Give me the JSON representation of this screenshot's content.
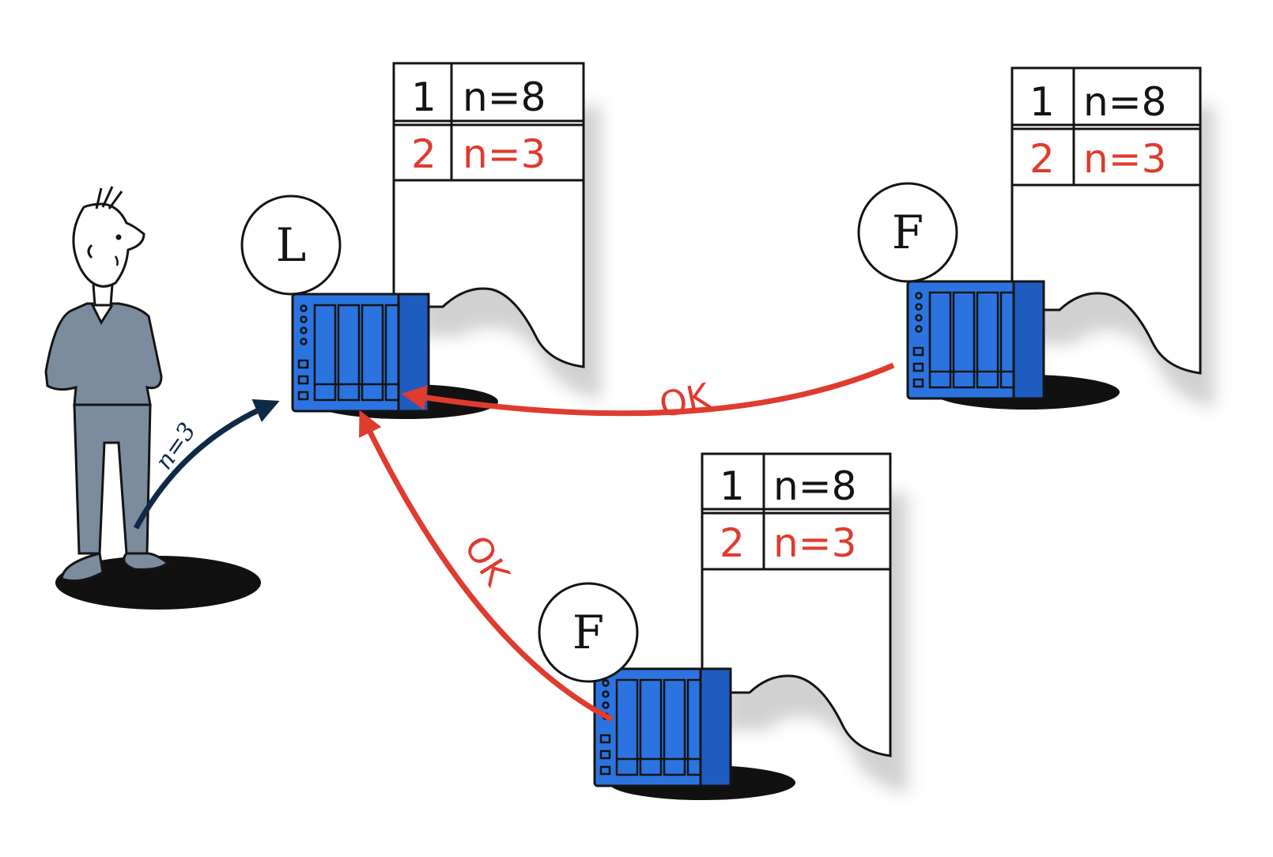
{
  "nodes": [
    {
      "id": "leader",
      "role": "L",
      "log": [
        {
          "index": "1",
          "entry": "n=8",
          "color": "#141414"
        },
        {
          "index": "2",
          "entry": "n=3",
          "color": "#e03b2f"
        }
      ]
    },
    {
      "id": "follower-top",
      "role": "F",
      "log": [
        {
          "index": "1",
          "entry": "n=8",
          "color": "#141414"
        },
        {
          "index": "2",
          "entry": "n=3",
          "color": "#e03b2f"
        }
      ]
    },
    {
      "id": "follower-bottom",
      "role": "F",
      "log": [
        {
          "index": "1",
          "entry": "n=8",
          "color": "#141414"
        },
        {
          "index": "2",
          "entry": "n=3",
          "color": "#e03b2f"
        }
      ]
    }
  ],
  "client_request": "n=3",
  "acks": [
    {
      "from": "follower-top",
      "label": "OK"
    },
    {
      "from": "follower-bottom",
      "label": "OK"
    }
  ],
  "colors": {
    "server_blue": "#2b74e0",
    "ack_red": "#e03b2f",
    "request_navy": "#0f2a47",
    "person_gray": "#7b8c9e"
  }
}
